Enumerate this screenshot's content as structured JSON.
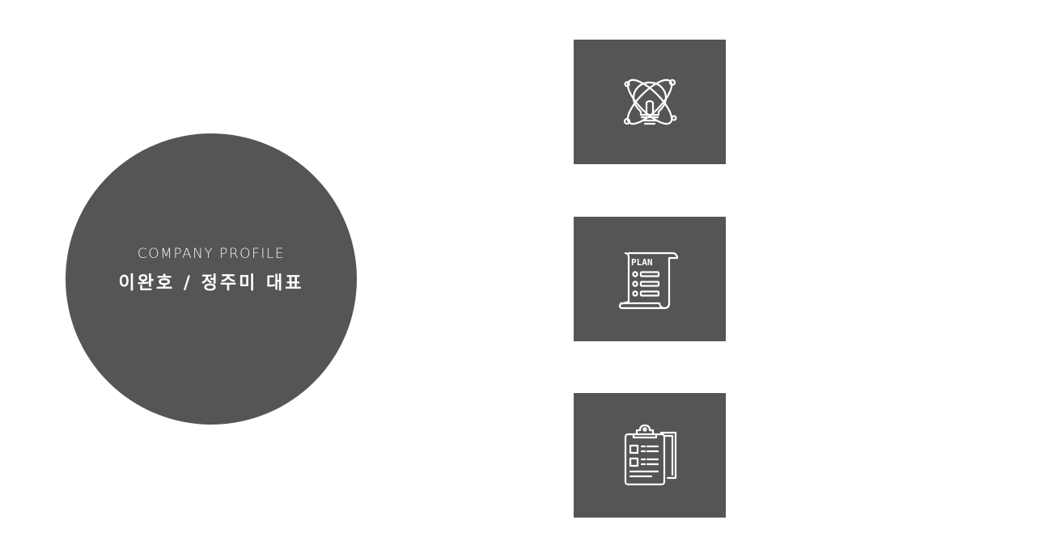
{
  "profile": {
    "subtitle": "COMPANY PROFILE",
    "title": "이완호 / 정주미 대표"
  },
  "tiles": [
    {
      "icon": "idea-atom-icon"
    },
    {
      "icon": "plan-scroll-icon",
      "label": "PLAN"
    },
    {
      "icon": "clipboard-checklist-icon"
    }
  ],
  "colors": {
    "background": "#ffffff",
    "tile": "#555555",
    "icon_stroke": "#ffffff"
  }
}
